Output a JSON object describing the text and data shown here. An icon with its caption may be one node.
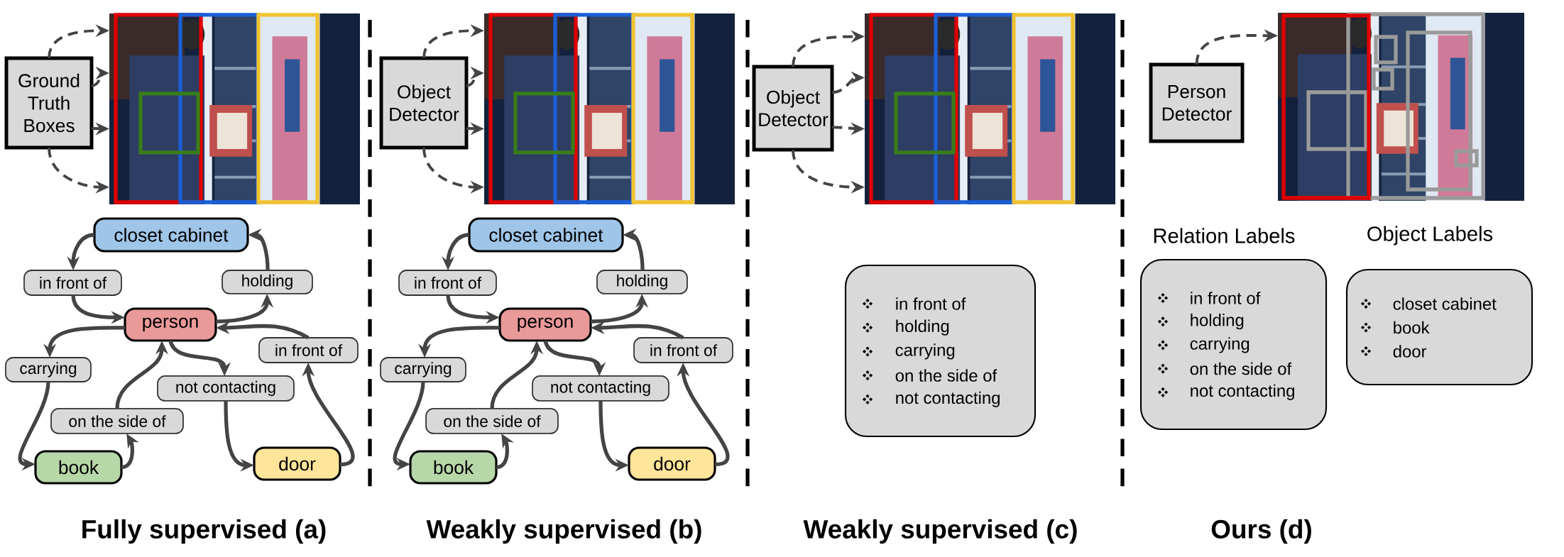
{
  "diagram": {
    "nodes": [
      {
        "text": [
          "Ground Truth Boxes"
        ]
      },
      {
        "text": [],
        "shape": "picture"
      },
      {
        "text": [
          "closet cabinet"
        ]
      },
      {
        "text": [
          "in front of"
        ]
      },
      {
        "text": [
          "holding"
        ]
      },
      {
        "text": [
          "person"
        ]
      },
      {
        "text": [
          "carrying"
        ]
      },
      {
        "text": [
          "in front of"
        ]
      },
      {
        "text": [
          "not contacting"
        ]
      },
      {
        "text": [
          "on the side of"
        ]
      },
      {
        "text": [
          "book"
        ]
      },
      {
        "text": [
          "door"
        ]
      },
      {
        "text": [
          "Object Detector"
        ]
      },
      {
        "text": [],
        "shape": "picture"
      },
      {
        "text": [
          "closet cabinet"
        ]
      },
      {
        "text": [
          "in front of"
        ]
      },
      {
        "text": [
          "holding"
        ]
      },
      {
        "text": [
          "person"
        ]
      },
      {
        "text": [
          "carrying"
        ]
      },
      {
        "text": [
          "in front of"
        ]
      },
      {
        "text": [
          "not contacting"
        ]
      },
      {
        "text": [
          "on the side of"
        ]
      },
      {
        "text": [
          "book"
        ]
      },
      {
        "text": [
          "door"
        ]
      },
      {
        "text": [
          "Object Detector"
        ]
      },
      {
        "text": [],
        "shape": "picture"
      },
      {
        "text": [
          "in front of",
          "holding",
          "carrying",
          "on the side of",
          "not contacting"
        ]
      },
      {
        "text": [
          "Person Detector"
        ]
      },
      {
        "text": [],
        "shape": "picture"
      },
      {
        "text": [
          "Relation Labels",
          "in front of",
          "holding",
          "carrying",
          "on the side of",
          "not contacting"
        ]
      },
      {
        "text": [
          "Object Labels",
          "closet cabinet",
          "book",
          "door"
        ]
      }
    ],
    "edges": [
      {
        "from": 0,
        "to": 1,
        "arrow": "to",
        "style": "dashed"
      },
      {
        "from": 0,
        "to": 1,
        "arrow": "to",
        "style": "dashed"
      },
      {
        "from": 0,
        "to": 1,
        "arrow": "to",
        "style": "dashed"
      },
      {
        "from": 0,
        "to": 1,
        "arrow": "to",
        "style": "dashed"
      },
      {
        "from": 2,
        "to": 3,
        "arrow": "to"
      },
      {
        "from": 3,
        "to": 5,
        "arrow": "to"
      },
      {
        "from": 5,
        "to": 4,
        "arrow": "to"
      },
      {
        "from": 4,
        "to": 2,
        "arrow": "to"
      },
      {
        "from": 5,
        "to": 6,
        "arrow": "to"
      },
      {
        "from": 6,
        "to": 10,
        "arrow": "to"
      },
      {
        "from": 10,
        "to": 9,
        "arrow": "to"
      },
      {
        "from": 9,
        "to": 5,
        "arrow": "to"
      },
      {
        "from": 5,
        "to": 8,
        "arrow": "to"
      },
      {
        "from": 8,
        "to": 11,
        "arrow": "to"
      },
      {
        "from": 11,
        "to": 7,
        "arrow": "to"
      },
      {
        "from": 7,
        "to": 5,
        "arrow": "to"
      },
      {
        "from": 12,
        "to": 13,
        "arrow": "to",
        "style": "dashed"
      },
      {
        "from": 12,
        "to": 13,
        "arrow": "to",
        "style": "dashed"
      },
      {
        "from": 12,
        "to": 13,
        "arrow": "to",
        "style": "dashed"
      },
      {
        "from": 12,
        "to": 13,
        "arrow": "to",
        "style": "dashed"
      },
      {
        "from": 14,
        "to": 15,
        "arrow": "to"
      },
      {
        "from": 15,
        "to": 17,
        "arrow": "to"
      },
      {
        "from": 17,
        "to": 16,
        "arrow": "to"
      },
      {
        "from": 16,
        "to": 14,
        "arrow": "to"
      },
      {
        "from": 17,
        "to": 18,
        "arrow": "to"
      },
      {
        "from": 18,
        "to": 22,
        "arrow": "to"
      },
      {
        "from": 22,
        "to": 21,
        "arrow": "to"
      },
      {
        "from": 21,
        "to": 17,
        "arrow": "to"
      },
      {
        "from": 17,
        "to": 20,
        "arrow": "to"
      },
      {
        "from": 20,
        "to": 23,
        "arrow": "to"
      },
      {
        "from": 23,
        "to": 19,
        "arrow": "to"
      },
      {
        "from": 19,
        "to": 17,
        "arrow": "to"
      },
      {
        "from": 24,
        "to": 25,
        "arrow": "to",
        "style": "dashed"
      },
      {
        "from": 24,
        "to": 25,
        "arrow": "to",
        "style": "dashed"
      },
      {
        "from": 24,
        "to": 25,
        "arrow": "to",
        "style": "dashed"
      },
      {
        "from": 24,
        "to": 25,
        "arrow": "to",
        "style": "dashed"
      },
      {
        "from": 27,
        "to": 28,
        "arrow": "to",
        "style": "dashed"
      }
    ],
    "labels": [
      "Fully supervised (a)",
      "Weakly supervised (b)",
      "Weakly supervised (c)",
      "Ours (d)"
    ]
  }
}
